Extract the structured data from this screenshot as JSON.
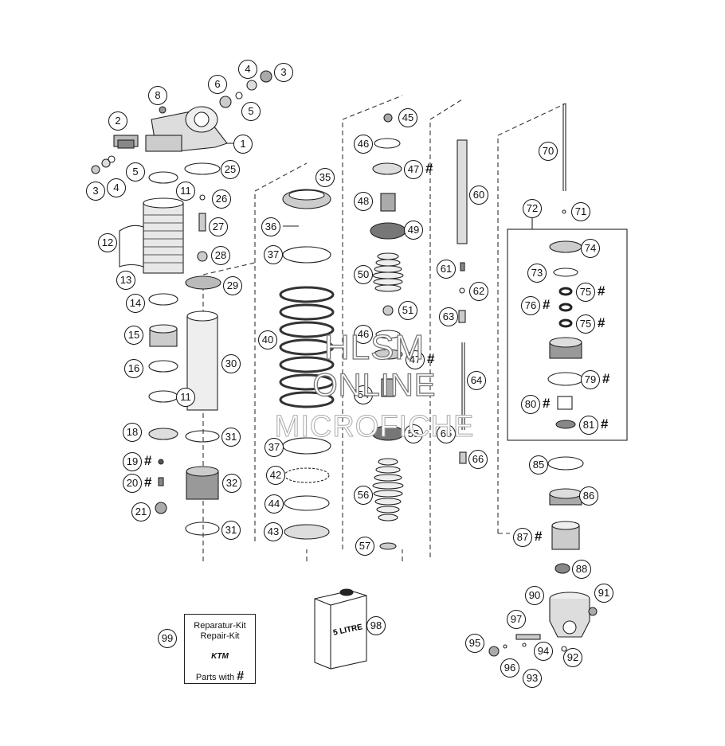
{
  "watermark": {
    "line1": "HLSM",
    "line2": "ONLINE",
    "line3": "MICROFICHE"
  },
  "repair_kit": {
    "line1": "Reparatur-Kit",
    "line2": "Repair-Kit",
    "brand": "KTM",
    "parts_with": "Parts with",
    "mark": "#"
  },
  "oil_can": {
    "label": "5 LITRE"
  },
  "callouts": [
    {
      "n": "1"
    },
    {
      "n": "2"
    },
    {
      "n": "3"
    },
    {
      "n": "3"
    },
    {
      "n": "4"
    },
    {
      "n": "4"
    },
    {
      "n": "5"
    },
    {
      "n": "5"
    },
    {
      "n": "6"
    },
    {
      "n": "8"
    },
    {
      "n": "11"
    },
    {
      "n": "11"
    },
    {
      "n": "12"
    },
    {
      "n": "13"
    },
    {
      "n": "14"
    },
    {
      "n": "15"
    },
    {
      "n": "16"
    },
    {
      "n": "18"
    },
    {
      "n": "19",
      "hash": true
    },
    {
      "n": "20",
      "hash": true
    },
    {
      "n": "21"
    },
    {
      "n": "25"
    },
    {
      "n": "26"
    },
    {
      "n": "27"
    },
    {
      "n": "28"
    },
    {
      "n": "29"
    },
    {
      "n": "30"
    },
    {
      "n": "31"
    },
    {
      "n": "31"
    },
    {
      "n": "32"
    },
    {
      "n": "35"
    },
    {
      "n": "36"
    },
    {
      "n": "37"
    },
    {
      "n": "37"
    },
    {
      "n": "40"
    },
    {
      "n": "42"
    },
    {
      "n": "43"
    },
    {
      "n": "44"
    },
    {
      "n": "45"
    },
    {
      "n": "46"
    },
    {
      "n": "46"
    },
    {
      "n": "47",
      "hash": true
    },
    {
      "n": "47",
      "hash": true
    },
    {
      "n": "48"
    },
    {
      "n": "49"
    },
    {
      "n": "50"
    },
    {
      "n": "51"
    },
    {
      "n": "54"
    },
    {
      "n": "55"
    },
    {
      "n": "56"
    },
    {
      "n": "57"
    },
    {
      "n": "60"
    },
    {
      "n": "61"
    },
    {
      "n": "62"
    },
    {
      "n": "63"
    },
    {
      "n": "64"
    },
    {
      "n": "65"
    },
    {
      "n": "66"
    },
    {
      "n": "70"
    },
    {
      "n": "71"
    },
    {
      "n": "72"
    },
    {
      "n": "73"
    },
    {
      "n": "74"
    },
    {
      "n": "75",
      "hash": true
    },
    {
      "n": "75",
      "hash": true
    },
    {
      "n": "76",
      "hash": true
    },
    {
      "n": "79",
      "hash": true
    },
    {
      "n": "80",
      "hash": true
    },
    {
      "n": "81",
      "hash": true
    },
    {
      "n": "85"
    },
    {
      "n": "86"
    },
    {
      "n": "87",
      "hash": true
    },
    {
      "n": "88"
    },
    {
      "n": "90"
    },
    {
      "n": "91"
    },
    {
      "n": "92"
    },
    {
      "n": "93"
    },
    {
      "n": "94"
    },
    {
      "n": "95"
    },
    {
      "n": "96"
    },
    {
      "n": "97"
    },
    {
      "n": "98"
    },
    {
      "n": "99"
    }
  ]
}
